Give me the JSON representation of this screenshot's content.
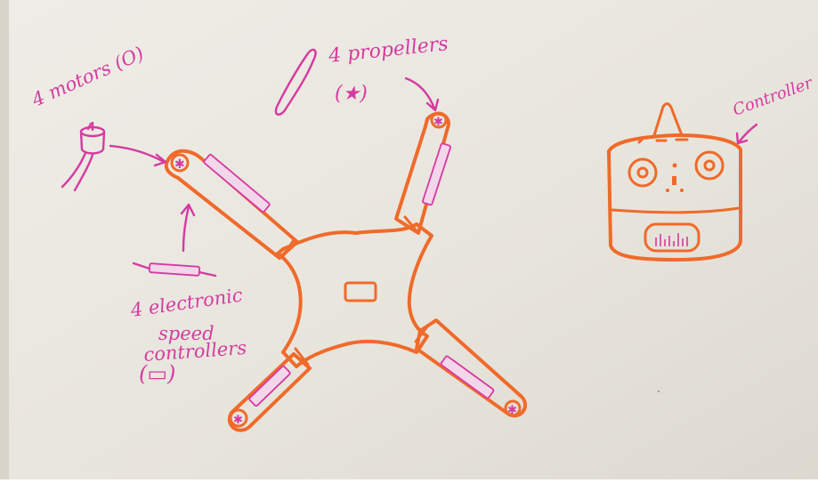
{
  "labels": {
    "motors": "4 motors (O)",
    "propellers_line1": "4 propellers",
    "propellers_line2": "(★)",
    "controller": "Controller",
    "esc_line1": "4 electronic",
    "esc_line2": "speed",
    "esc_line3": "controllers",
    "esc_symbol": "(▭)"
  },
  "colors": {
    "board_bg": "#e9e6df",
    "drone_ink": "#f06a2a",
    "label_ink": "#d63aa0",
    "component_fill": "#f2d6ea"
  },
  "icons": {
    "motor": "motor-icon",
    "propeller": "propeller-icon",
    "esc": "esc-icon",
    "remote": "remote-controller-icon"
  }
}
